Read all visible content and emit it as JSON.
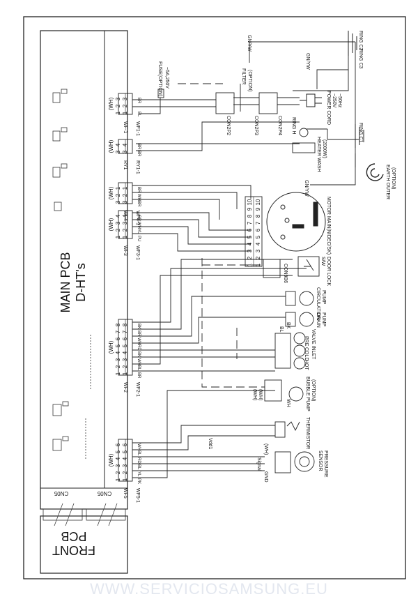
{
  "main_pcb": {
    "title": "MAIN PCB",
    "subtitle": "D-HT's"
  },
  "front_pcb": {
    "line1": "FRONT",
    "line2": "PCB"
  },
  "cn05_labels": [
    "CN05",
    "CN05"
  ],
  "connectors": [
    {
      "id": "wf1",
      "housing": "(WH)",
      "name": "WF-1",
      "mate": "WF1-1",
      "pins": [
        "3",
        "2",
        "1"
      ],
      "wires": [
        "BR",
        "",
        "BL"
      ]
    },
    {
      "id": "ry1",
      "housing": "(WH)",
      "name": "RY1",
      "mate": "RY1-1",
      "pins": [
        "4",
        "3"
      ],
      "wires": [
        "BR",
        "BR"
      ]
    },
    {
      "id": "wf4",
      "housing": "(WH)",
      "name": "WF4",
      "mate": "WF4-1",
      "pins": [
        "1",
        "2",
        "3"
      ],
      "wires": [
        "BR",
        "WH",
        "BR"
      ]
    },
    {
      "id": "wf3",
      "housing": "(WH)",
      "name": "WF3",
      "mate": "WF3-1",
      "pins": [
        "4",
        "3",
        "2",
        "1"
      ],
      "wires": [
        "GR",
        "WH",
        "YL",
        "PU"
      ]
    },
    {
      "id": "wf2",
      "housing": "(WH)",
      "name": "WF2",
      "mate": "WF2-1",
      "pins": [
        "8",
        "7",
        "6",
        "5",
        "4",
        "3",
        "2",
        "1"
      ],
      "wires": [
        "BK",
        "BR",
        "WH",
        "RD",
        "BK",
        "WH",
        "BL",
        "BR"
      ]
    },
    {
      "id": "wf5",
      "housing": "(WH)",
      "name": "WF5",
      "mate": "WF5-1",
      "pins": [
        "6",
        "5",
        "4",
        "3",
        "2",
        "1"
      ],
      "wires": [
        "WH",
        "BL",
        "RD",
        "BL",
        "YL",
        "PK"
      ]
    }
  ],
  "components": {
    "fuse": {
      "label": "FUSE(OPTION)",
      "rating": "~5A,250V"
    },
    "filter": {
      "label": "FILTER",
      "option": "(OPTION)"
    },
    "power_cord": {
      "label": "POWER CORD",
      "rating": "~250V",
      "spec": "~50Hz"
    },
    "ring_c2": "RING C2",
    "ring_c3": "RING C3",
    "ring_h": "RING H",
    "ring_c1": "RING C1",
    "earth": {
      "label": "EARTH OUTER",
      "option": "(OPTION)"
    },
    "heater": {
      "label": "HEATER WASH",
      "spec": "(2000W)"
    },
    "motor": {
      "label": "MOTOR MAIN(NIDEC/SK)"
    },
    "door_lock": {
      "sw": "S/W",
      "label": "DOOR LOCK",
      "connector": "CON9B6"
    },
    "circ_pump": {
      "label": "CIRCULATION",
      "sub": "PUMP",
      "wire": "WH"
    },
    "drain_pump": {
      "label": "DRAIN",
      "sub": "PUMP",
      "wire": "BL"
    },
    "valve": {
      "label": "VALVE INLET",
      "pre": "PRE",
      "cold": "COLD",
      "hot": "HOT"
    },
    "bubble_pump": {
      "label": "BUBBLE PUMP",
      "option": "(OPTION)",
      "con1": "(WH)",
      "con2": "(WH)"
    },
    "thermistor": {
      "label": "THERMISTOR"
    },
    "sensor": {
      "label": "SENSOR",
      "sub": "PRESSURE",
      "con": "(WH)",
      "vdd": "Vdd1",
      "gnd": "GND",
      "signal": "Signal"
    },
    "connector_marks": [
      "CON2P2",
      "CON2P3",
      "CON2P4"
    ]
  },
  "motor_pins": [
    "1",
    "2",
    "3",
    "4",
    "5",
    "6",
    "7",
    "8",
    "9",
    "10"
  ],
  "wire_labels": {
    "gnyw_top": "GN/YW",
    "gnyw_mid": "GN/YW",
    "gnyw_motor": "GN/YW",
    "bl": "BL",
    "bk": "BK",
    "wh": "WH"
  },
  "watermark": "WWW.SERVICIOSAMSUNG.EU"
}
